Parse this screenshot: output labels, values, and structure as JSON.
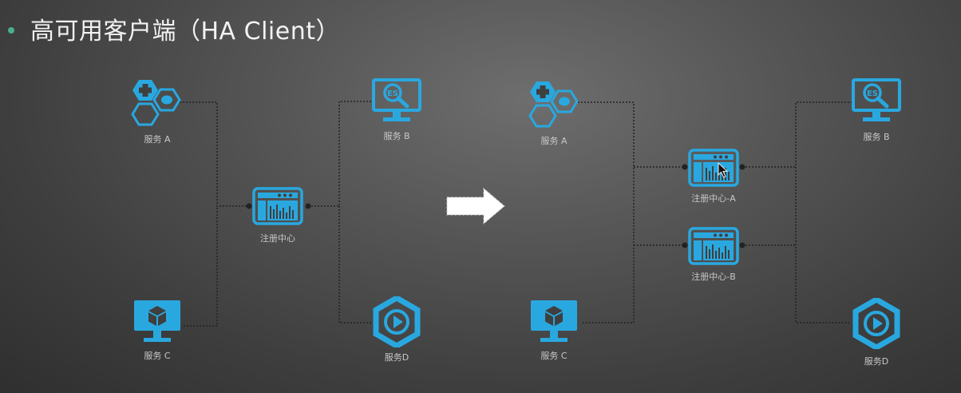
{
  "title": "高可用客户端（HA Client）",
  "left": {
    "service_a": "服务 A",
    "service_b": "服务 B",
    "service_c": "服务 C",
    "service_d": "服务D",
    "registry": "注册中心"
  },
  "right": {
    "service_a": "服务 A",
    "service_b": "服务 B",
    "service_c": "服务 C",
    "service_d": "服务D",
    "registry_a": "注册中心-A",
    "registry_b": "注册中心-B"
  },
  "search_badge_text": "ES",
  "colors": {
    "icon": "#29a8e0",
    "line": "#222222",
    "accent_dot": "#4cae8a",
    "arrow": "#ffffff"
  }
}
